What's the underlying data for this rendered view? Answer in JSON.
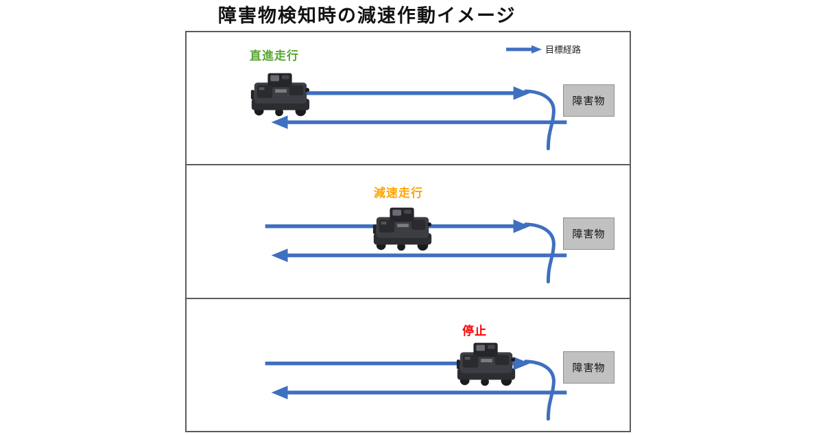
{
  "title": "障害物検知時の減速作動イメージ",
  "legend": {
    "label": "目標経路"
  },
  "colors": {
    "path_blue": "#3f6fbf",
    "straight_green": "#55a630",
    "decel_orange": "#ffa500",
    "stop_red": "#fe0000",
    "obstacle_fill": "#c1c1c1",
    "obstacle_border": "#8c8c8c",
    "frame_border": "#5d5a5a"
  },
  "panels": [
    {
      "state_label": "直進走行",
      "obstacle_label": "障害物"
    },
    {
      "state_label": "減速走行",
      "obstacle_label": "障害物"
    },
    {
      "state_label": "停止",
      "obstacle_label": "障害物"
    }
  ]
}
